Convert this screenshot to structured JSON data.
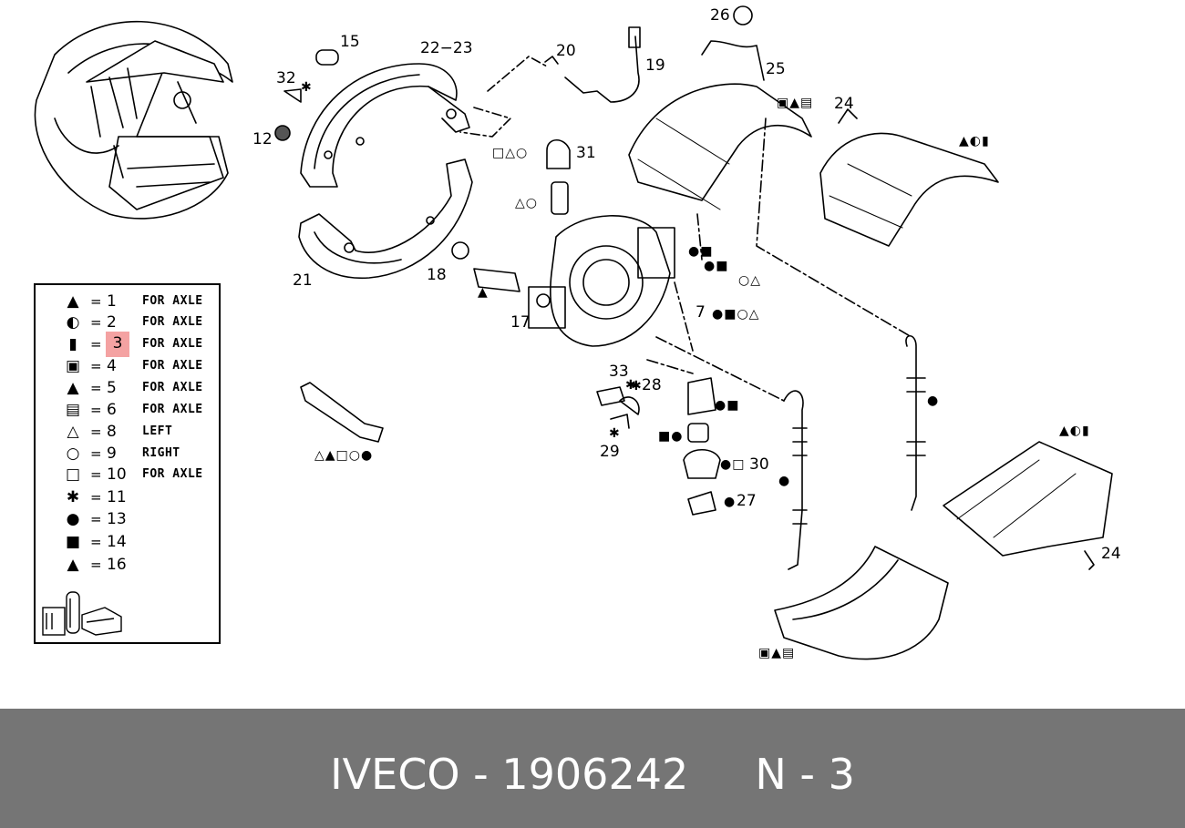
{
  "callouts": {
    "c15": "15",
    "c22_23": "22−23",
    "c20": "20",
    "c19": "19",
    "c26": "26",
    "c25": "25",
    "c32": "32",
    "c12": "12",
    "c24a": "24",
    "c31": "31",
    "c21": "21",
    "c18": "18",
    "c17": "17",
    "c7": "7",
    "c33": "33",
    "c28": "28",
    "c29": "29",
    "c30": "30",
    "c27": "27",
    "c24b": "24"
  },
  "marker_groups": {
    "m31": "□△○",
    "m_cyl": "△○",
    "m_top_right": "▣▲▤",
    "m_shoe2": "▲◐▮",
    "m_bolt": "●■",
    "m_bolt2": "●■",
    "m_ring": "○△",
    "m7": "●■○△",
    "m33": "✱",
    "m28": "✱",
    "m29": "✱",
    "m_grease": "△▲□○●",
    "m_sleeve": "●■",
    "m_bush": "■●",
    "m30": "●□",
    "m27": "●",
    "m_spring_l": "●",
    "m_spring_r": "●",
    "m_shoe3": "▲◐▮",
    "m_shoe4": "▣▲▤",
    "m32": "✱"
  },
  "legend": {
    "rows": [
      {
        "symbol": "▲",
        "eq": "=",
        "num": "1",
        "desc": "FOR AXLE"
      },
      {
        "symbol": "◐",
        "eq": "=",
        "num": "2",
        "desc": "FOR AXLE"
      },
      {
        "symbol": "▮",
        "eq": "=",
        "num": "3",
        "desc": "FOR AXLE",
        "highlighted": true
      },
      {
        "symbol": "▣",
        "eq": "=",
        "num": "4",
        "desc": "FOR AXLE"
      },
      {
        "symbol": "▲",
        "eq": "=",
        "num": "5",
        "desc": "FOR AXLE"
      },
      {
        "symbol": "▤",
        "eq": "=",
        "num": "6",
        "desc": "FOR AXLE"
      },
      {
        "symbol": "△",
        "eq": "=",
        "num": "8",
        "desc": "LEFT"
      },
      {
        "symbol": "○",
        "eq": "=",
        "num": "9",
        "desc": "RIGHT"
      },
      {
        "symbol": "□",
        "eq": "=",
        "num": "10",
        "desc": "FOR AXLE"
      },
      {
        "symbol": "✱",
        "eq": "=",
        "num": "11",
        "desc": ""
      },
      {
        "symbol": "●",
        "eq": "=",
        "num": "13",
        "desc": ""
      },
      {
        "symbol": "■",
        "eq": "=",
        "num": "14",
        "desc": ""
      },
      {
        "symbol": "▲",
        "eq": "=",
        "num": "16",
        "desc": ""
      }
    ],
    "highlight_color": "#f4a2a2"
  },
  "footer": {
    "text": "IVECO - 1906242     N - 3",
    "background": "#757575",
    "color": "#ffffff"
  }
}
